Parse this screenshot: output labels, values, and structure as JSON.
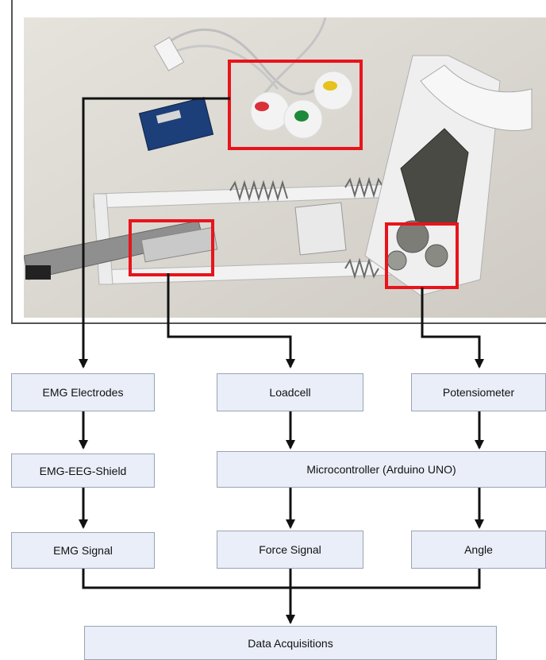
{
  "boxes": {
    "emg_electrodes": "EMG Electrodes",
    "loadcell": "Loadcell",
    "potentiometer": "Potensiometer",
    "emg_eeg_shield": "EMG-EEG-Shield",
    "microcontroller": "Microcontroller (Arduino UNO)",
    "emg_signal": "EMG Signal",
    "force_signal": "Force Signal",
    "angle": "Angle",
    "data_acquisitions": "Data Acquisitions"
  },
  "colors": {
    "box_fill": "#e9eef8",
    "highlight": "#e8141b",
    "arrow": "#111111",
    "floor": "#dcd9d3"
  }
}
